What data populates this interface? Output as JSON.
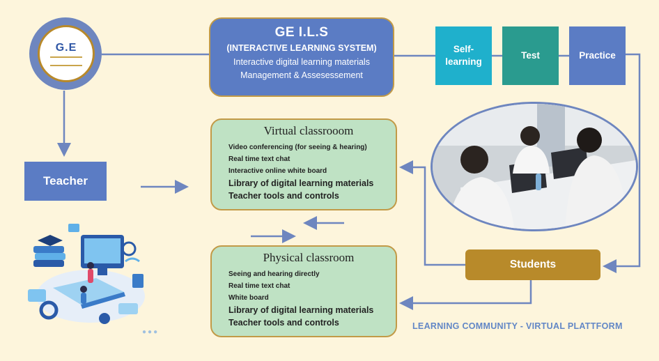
{
  "logo": {
    "text": "G.E"
  },
  "ils": {
    "title": "GE I.L.S",
    "subtitle": "(INTERACTIVE LEARNING SYSTEM)",
    "lines": [
      "Interactive digital learning materials",
      "Management & Assesessement"
    ]
  },
  "steps": [
    "Self-\nlearning",
    "Test",
    "Practice"
  ],
  "teacher": {
    "label": "Teacher"
  },
  "virtual": {
    "title": "Virtual classrooom",
    "items": [
      "Video conferencing (for seeing & hearing)",
      "Real time text chat",
      "Interactive online white board",
      "Library of digital learning materials",
      "Teacher tools and controls"
    ]
  },
  "physical": {
    "title": "Physical classroom",
    "items": [
      "Seeing and hearing directly",
      "Real time text chat",
      "White board",
      "Library of digital learning materials",
      "Teacher tools and controls"
    ]
  },
  "students": {
    "label": "Students"
  },
  "footer": "LEARNING COMMUNITY - VIRTUAL PLATTFORM",
  "colors": {
    "background": "#fdf5dc",
    "blue": "#5b7cc4",
    "cyan": "#1fb0cc",
    "teal": "#2a9b8f",
    "green": "#bfe2c4",
    "gold": "#b88a2a"
  }
}
